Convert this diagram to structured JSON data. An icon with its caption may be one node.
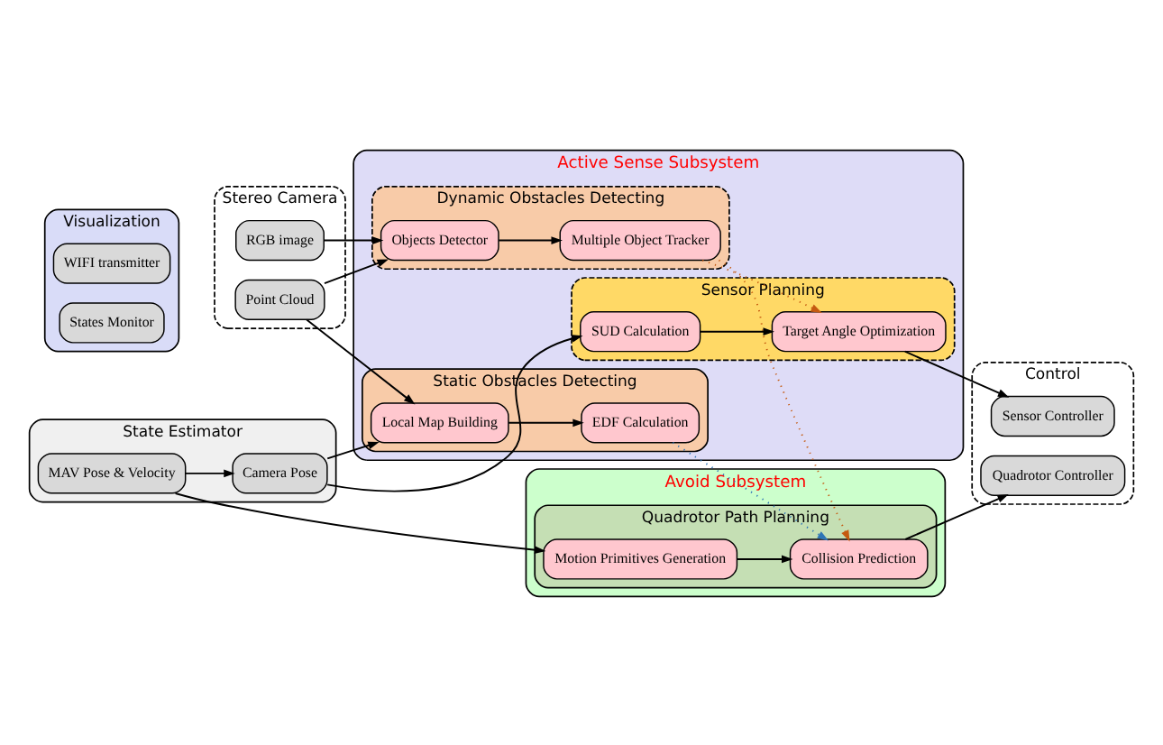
{
  "diagram": {
    "nodes": [
      {
        "text": [
          "Active Sense Subsystem"
        ]
      },
      {
        "text": [
          "Stereo Camera"
        ]
      },
      {
        "text": [
          "RGB image"
        ],
        "in": 1
      },
      {
        "text": [
          "Point Cloud"
        ],
        "in": 1
      },
      {
        "text": [
          "Dynamic Obstacles Detecting"
        ],
        "in": 0
      },
      {
        "text": [
          "Objects Detector"
        ],
        "in": 4
      },
      {
        "text": [
          "Multiple Object Tracker"
        ],
        "in": 4
      },
      {
        "text": [
          "Static Obstacles Detecting"
        ],
        "in": 0
      },
      {
        "text": [
          "Local Map Building"
        ],
        "in": 7
      },
      {
        "text": [
          "EDF Calculation"
        ],
        "in": 7
      },
      {
        "text": [
          "Visualization"
        ]
      },
      {
        "text": [
          "WIFI transmitter"
        ],
        "in": 10
      },
      {
        "text": [
          "States Monitor"
        ],
        "in": 10
      },
      {
        "text": [
          "State Estimator"
        ]
      },
      {
        "text": [
          "Camera Pose"
        ],
        "in": 13
      },
      {
        "text": [
          "MAV Pose & Velocity"
        ],
        "in": 13
      },
      {
        "text": [
          "Sensor Planning"
        ],
        "in": 0
      },
      {
        "text": [
          "SUD Calculation"
        ],
        "in": 16
      },
      {
        "text": [
          "Target Angle Optimization"
        ],
        "in": 16
      },
      {
        "text": [
          "Control"
        ]
      },
      {
        "text": [
          "Sensor Controller"
        ],
        "in": 19
      },
      {
        "text": [
          "Quadrotor Controller"
        ],
        "in": 19
      },
      {
        "text": [
          "Avoid Subsystem"
        ]
      },
      {
        "text": [
          "Quadrotor Path Planning"
        ],
        "in": 22
      },
      {
        "text": [
          "Motion Primitives Generation"
        ],
        "in": 23
      },
      {
        "text": [
          "Collision Prediction"
        ],
        "in": 23
      }
    ],
    "edges": [
      {
        "from": 2,
        "to": 5,
        "arrow": "to"
      },
      {
        "from": 3,
        "to": 5,
        "arrow": "to"
      },
      {
        "from": 5,
        "to": 6,
        "arrow": "to"
      },
      {
        "from": 3,
        "to": 8,
        "arrow": "to"
      },
      {
        "from": 14,
        "to": 8,
        "arrow": "to"
      },
      {
        "from": 8,
        "to": 9,
        "arrow": "to"
      },
      {
        "from": 6,
        "to": 18,
        "arrow": "to",
        "style": "dashed",
        "color": "#c55a11"
      },
      {
        "from": 6,
        "to": 25,
        "arrow": "to",
        "style": "dashed",
        "color": "#c55a11"
      },
      {
        "from": 9,
        "to": 25,
        "arrow": "to",
        "style": "dashed",
        "color": "#2e75b6"
      },
      {
        "from": 15,
        "to": 14,
        "arrow": "to"
      },
      {
        "from": 14,
        "to": 17,
        "arrow": "to"
      },
      {
        "from": 17,
        "to": 18,
        "arrow": "to"
      },
      {
        "from": 18,
        "to": 20,
        "arrow": "to"
      },
      {
        "from": 15,
        "to": 24,
        "arrow": "to"
      },
      {
        "from": 24,
        "to": 25,
        "arrow": "to"
      },
      {
        "from": 25,
        "to": 21,
        "arrow": "to"
      }
    ]
  }
}
